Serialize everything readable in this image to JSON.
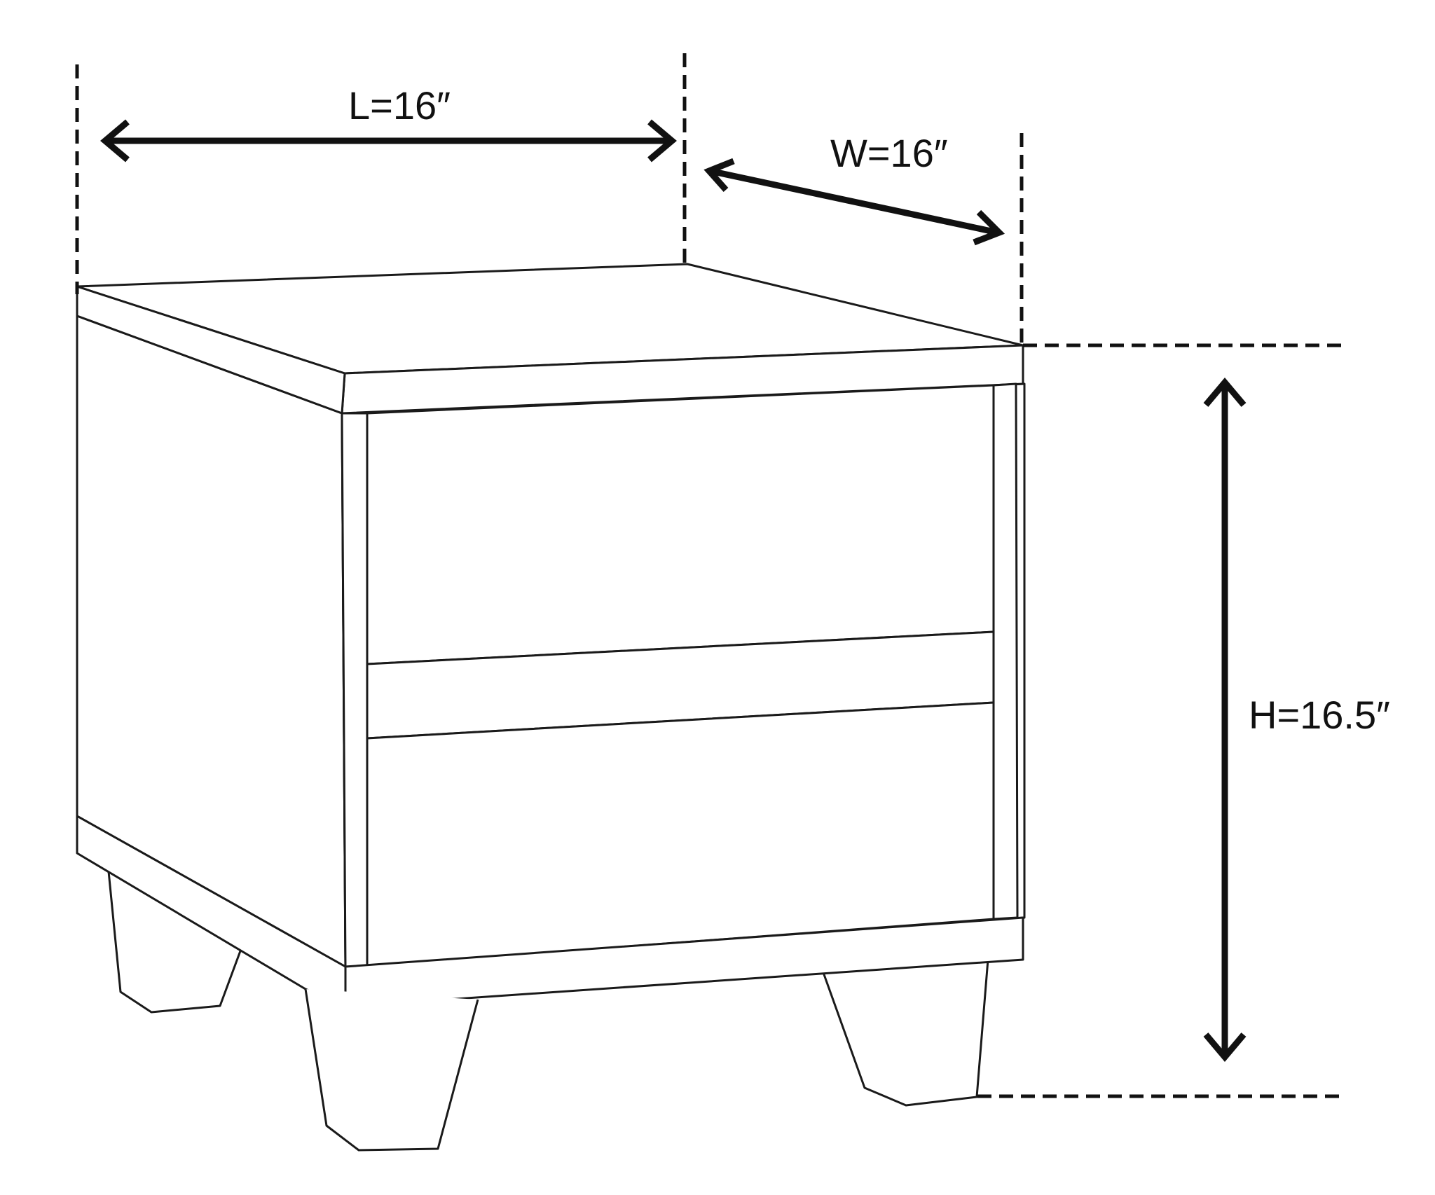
{
  "dimensions": {
    "length": {
      "label": "L=16″",
      "value": 16,
      "unit": "inch"
    },
    "width": {
      "label": "W=16″",
      "value": 16,
      "unit": "inch"
    },
    "height": {
      "label": "H=16.5″",
      "value": 16.5,
      "unit": "inch"
    }
  },
  "colors": {
    "line": "#1a1a1a",
    "background": "#ffffff"
  }
}
